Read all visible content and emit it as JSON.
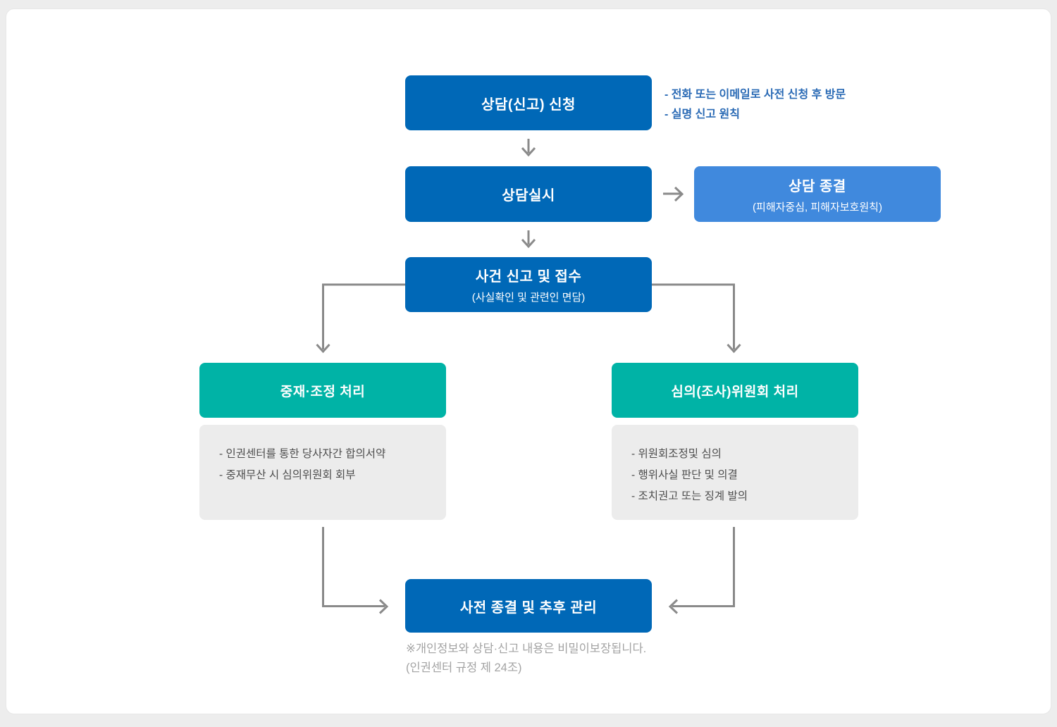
{
  "colors": {
    "background": "#ededed",
    "panel": "#ffffff",
    "primary_blue": "#0068b7",
    "light_blue": "#4089dd",
    "teal": "#00b3a6",
    "detail_gray": "#ececec",
    "connector_gray": "#8a8a8a",
    "note_blue": "#2a6ab5",
    "footer_gray": "#a3a3a3"
  },
  "flow": {
    "apply": {
      "label": "상담(신고) 신청",
      "notes": [
        "- 전화 또는 이메일로 사전 신청 후 방문",
        "- 실명 신고 원칙"
      ]
    },
    "consult": {
      "label": "상담실시"
    },
    "consult_close": {
      "label": "상담 종결",
      "sublabel": "(피해자중심, 피해자보호원칙)"
    },
    "receive": {
      "label": "사건 신고 및 접수",
      "sublabel": "(사실확인 및 관련인 면담)"
    },
    "mediation": {
      "label": "중재·조정 처리",
      "details": [
        "- 인권센터를 통한 당사자간 합의서약",
        "- 중재무산 시 심의위원회 회부"
      ]
    },
    "committee": {
      "label": "심의(조사)위원회 처리",
      "details": [
        "- 위원회조정및 심의",
        "- 행위사실 판단 및 의결",
        "- 조치권고 또는 징계 발의"
      ]
    },
    "final": {
      "label": "사전 종결 및 추후 관리"
    },
    "footer": {
      "line1": "※개인정보와 상담·신고 내용은 비밀이보장됩니다.",
      "line2": "(인권센터 규정 제 24조)"
    }
  }
}
